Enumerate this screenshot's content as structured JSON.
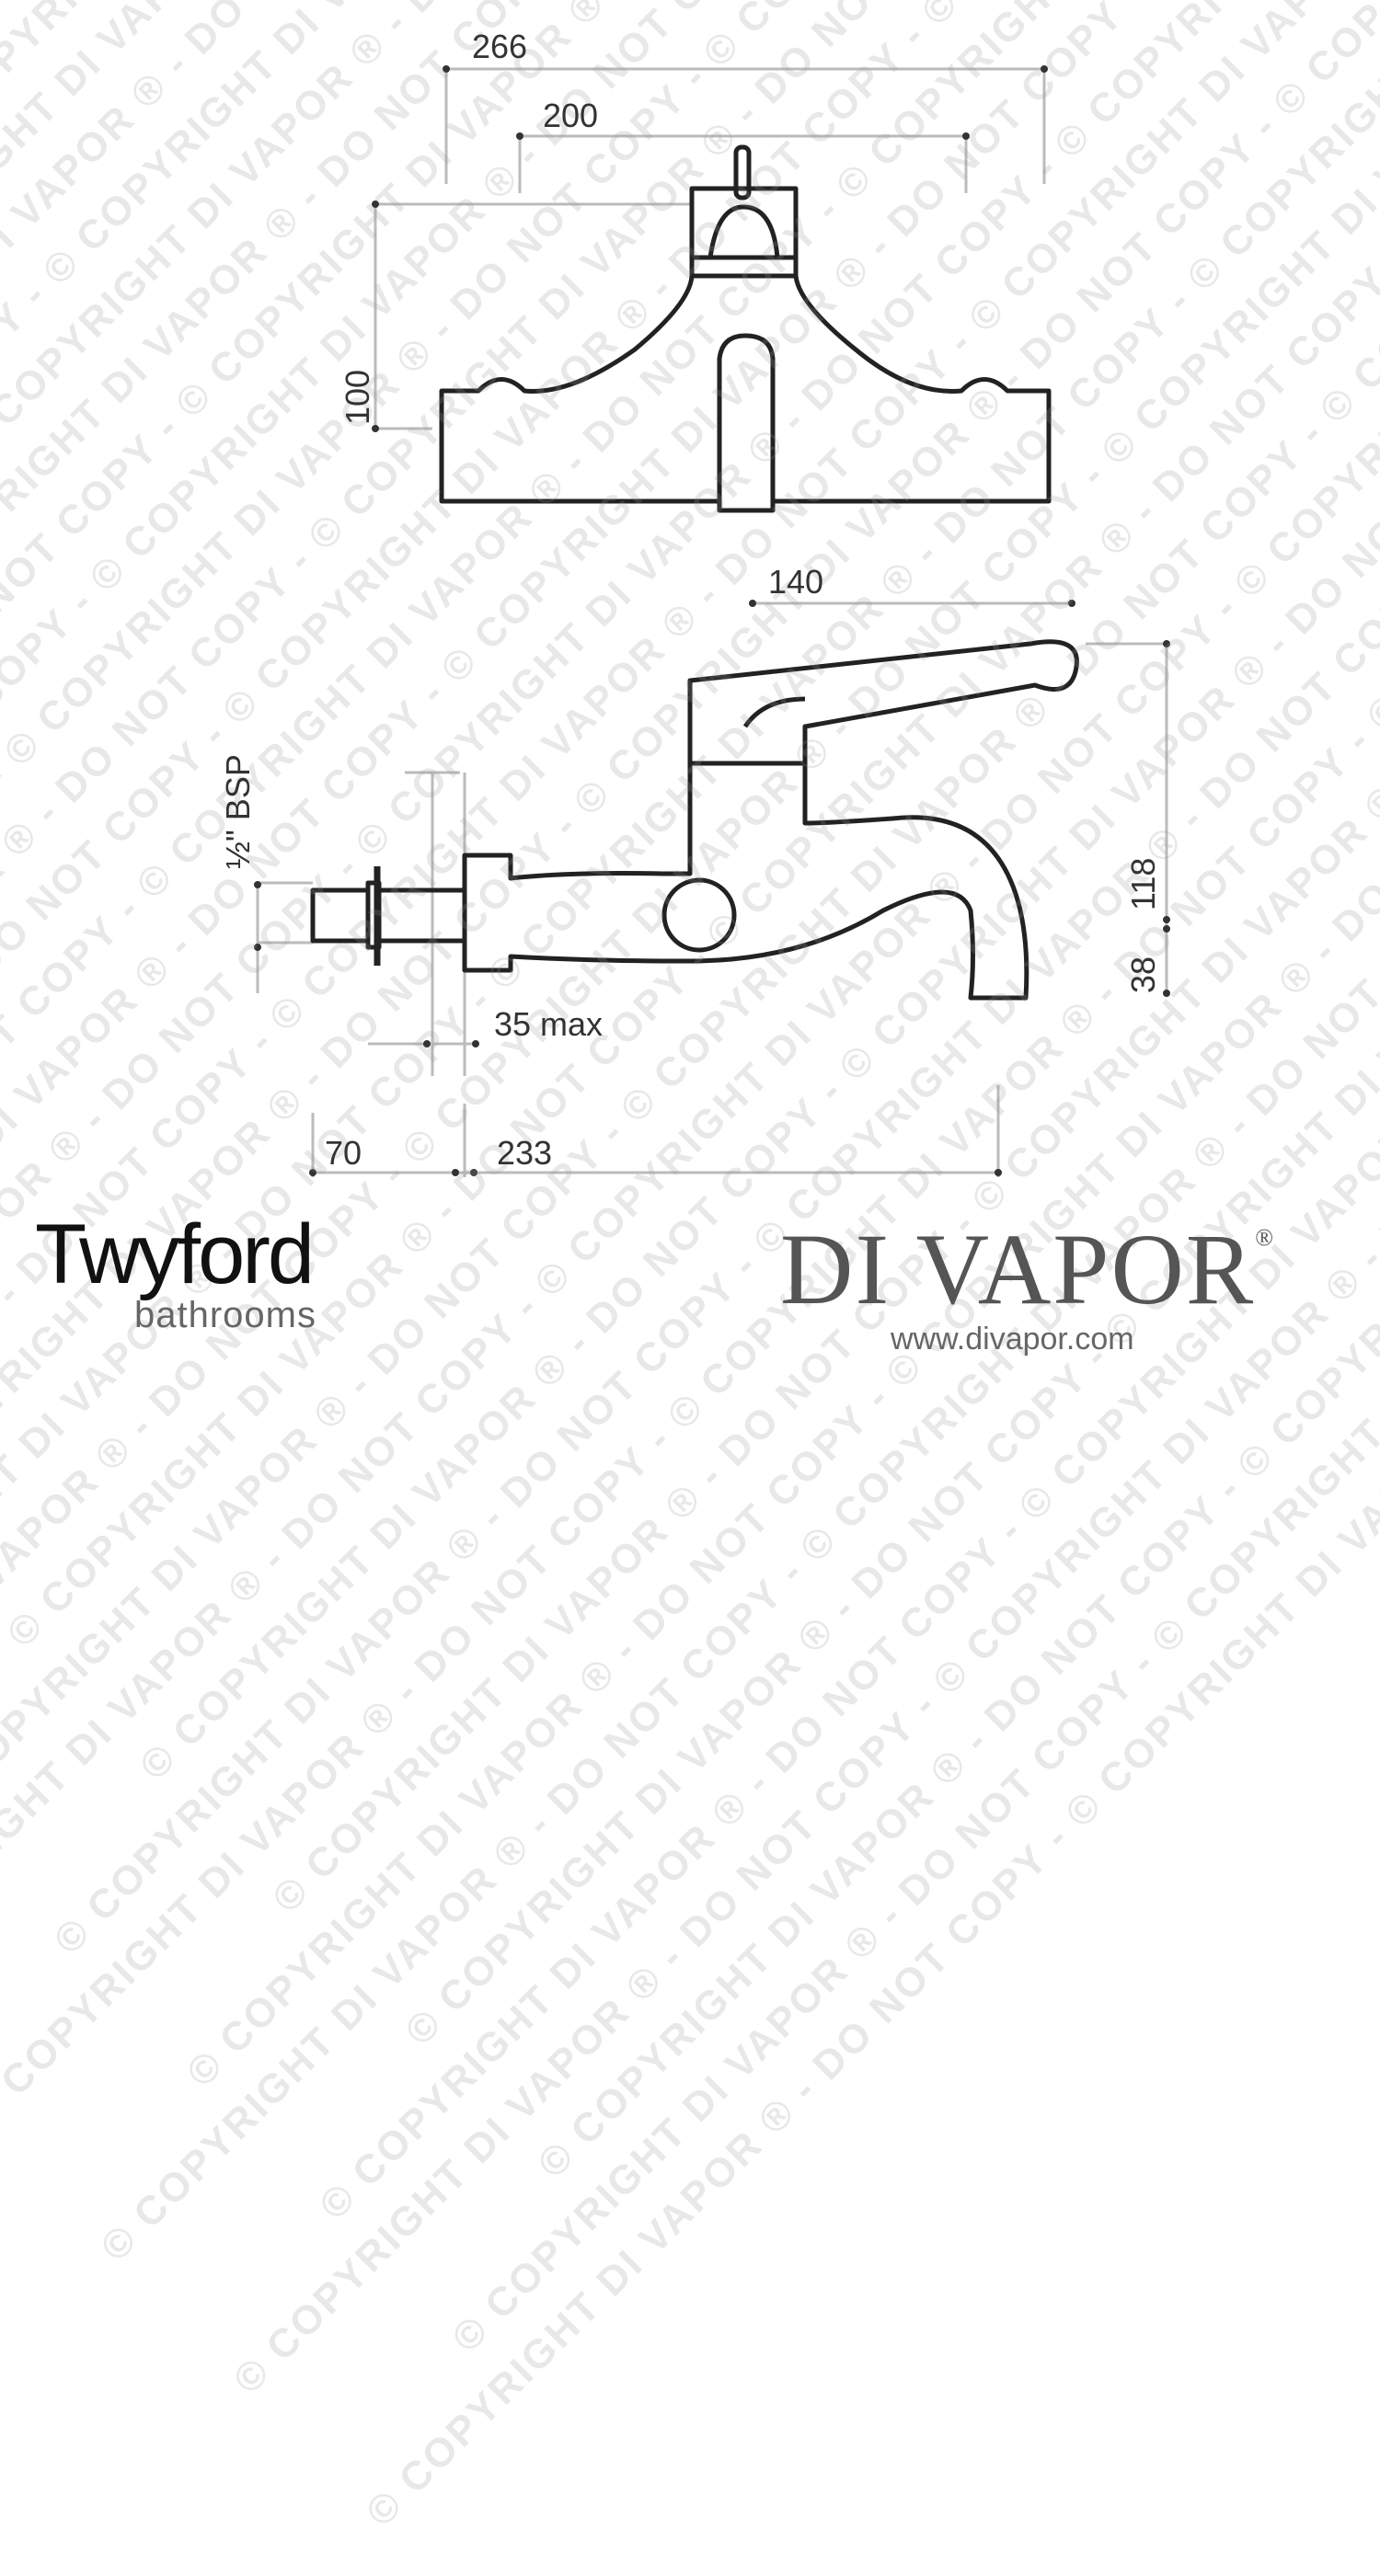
{
  "watermark": "© COPYRIGHT DI VAPOR ® - DO NOT COPY - © COPYRIGHT DI VAPOR ® - DO NOT COPY - © COPYRIGHT DI VAPOR ® - DO NOT COPY - © COPYRIGHT DI VAPOR ® - DO NOT COPY -",
  "dimensions": {
    "top_width": "266",
    "top_centers": "200",
    "top_height": "100",
    "lever_reach": "140",
    "inlet": "½\" BSP",
    "side_height": "118",
    "spout_height": "38",
    "wall_max": "35 max",
    "inlet_length": "70",
    "projection": "233"
  },
  "brand": {
    "name": "Twyford",
    "sub": "bathrooms"
  },
  "retailer": {
    "name": "DI VAPOR",
    "reg": "®",
    "url": "www.divapor.com"
  }
}
